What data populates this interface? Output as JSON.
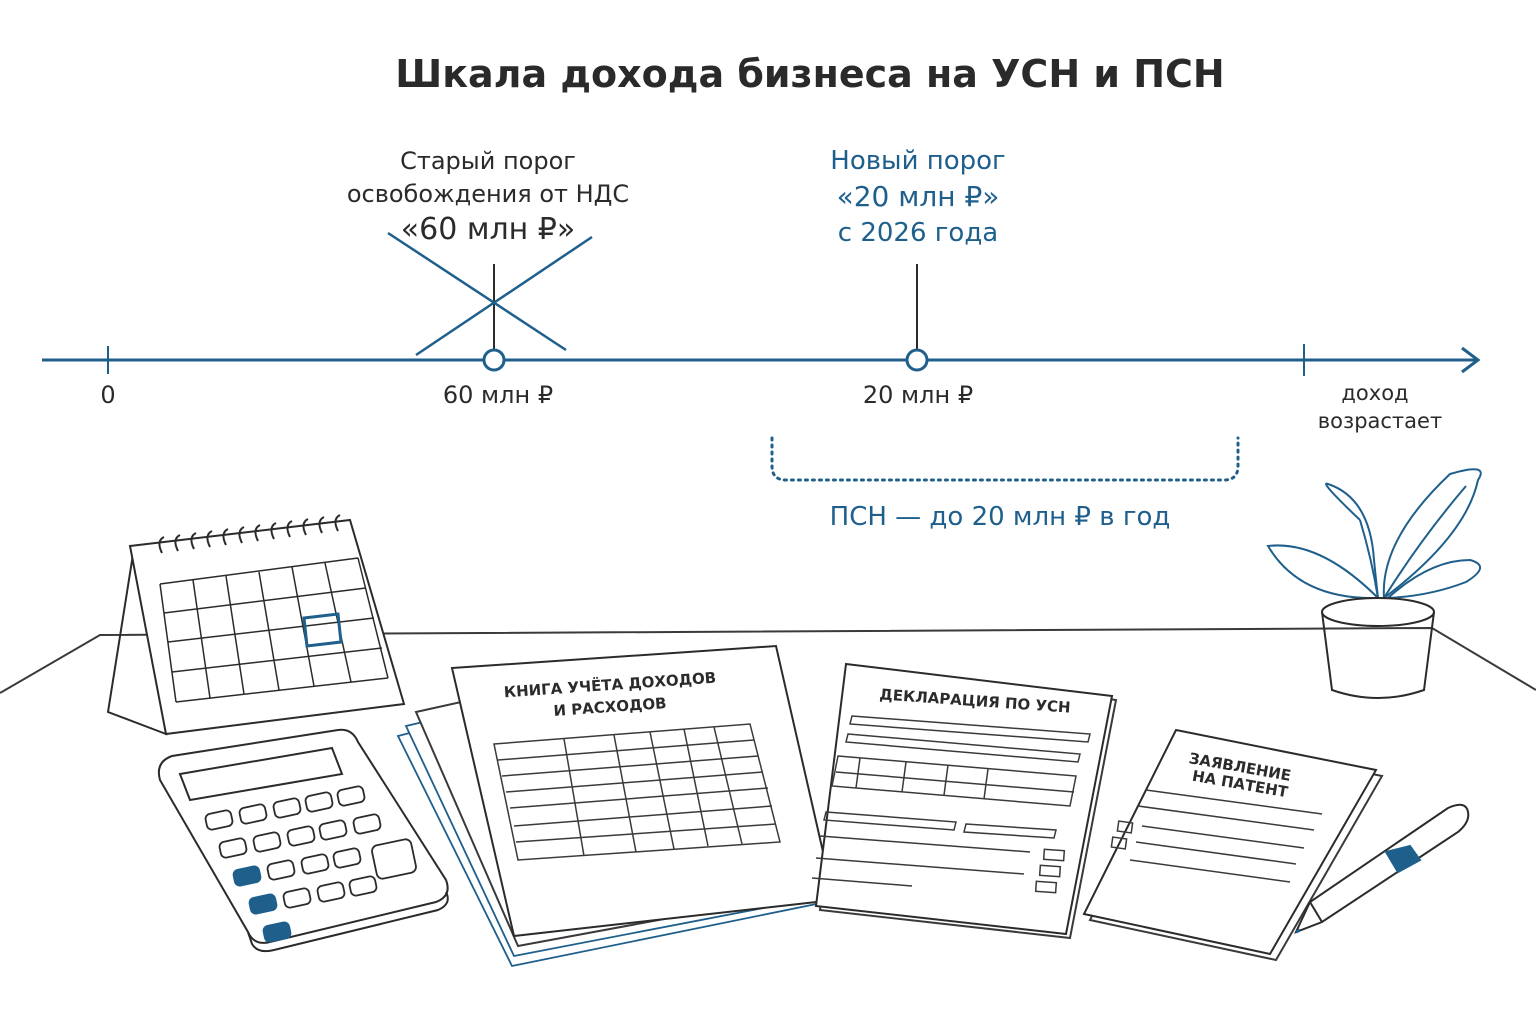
{
  "title": "Шкала дохода бизнеса на УСН и ПСН",
  "old_threshold": {
    "line1": "Старый порог",
    "line2": "освобождения от НДС",
    "line3": "«60 млн ₽»"
  },
  "new_threshold": {
    "line1": "Новый порог",
    "line2": "«20 млн ₽»",
    "line3": "с 2026 года"
  },
  "axis": {
    "tick_zero": "0",
    "tick_old": "60 млн ₽",
    "tick_new": "20 млн ₽",
    "end_line1": "доход",
    "end_line2": "возрастает"
  },
  "psn_range": "ПСН — до 20 млн ₽ в год",
  "documents": {
    "book_line1": "КНИГА УЧЁТА ДОХОДОВ",
    "book_line2": "И РАСХОДОВ",
    "declaration": "ДЕКЛАРАЦИЯ ПО УСН",
    "application_line1": "ЗАЯВЛЕНИЕ",
    "application_line2": "НА ПАТЕНТ"
  },
  "colors": {
    "accent": "#1e5f8c",
    "ink": "#2b2b2b",
    "line": "#3a3a3a"
  }
}
